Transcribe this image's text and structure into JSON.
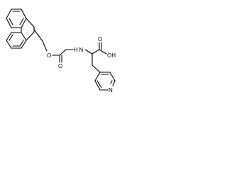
{
  "structure": {
    "atom_labels": {
      "ester_oxygen": "O",
      "carbonyl_oxygen": "O",
      "amide_nitrogen": "H N",
      "acid_carbonyl_oxygen": "O",
      "acid_hydroxyl": "OH",
      "pyridine_nitrogen": "N"
    },
    "colors": {
      "bond": "#000000",
      "background": "#ffffff"
    }
  }
}
